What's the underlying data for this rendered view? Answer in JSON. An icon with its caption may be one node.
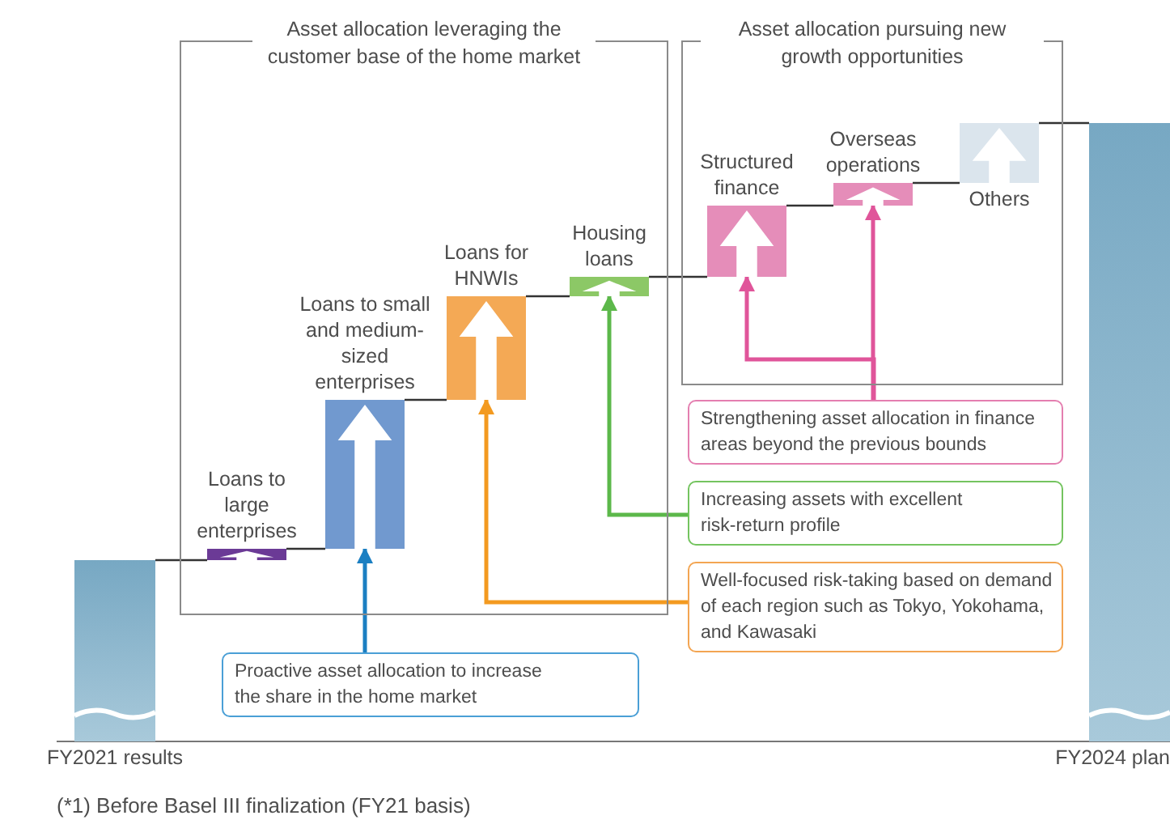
{
  "diagram": {
    "nodes": [
      {
        "text": [
          "Asset allocation leveraging the customer base of the home market"
        ]
      },
      {
        "text": [
          "Asset allocation pursuing new growth opportunities"
        ]
      },
      {
        "text": [
          "FY2021 results"
        ]
      },
      {
        "text": [
          "Loans to large enterprises"
        ],
        "in": 0
      },
      {
        "text": [
          "Loans to small and medium-sized enterprises"
        ],
        "in": 0
      },
      {
        "text": [
          "Loans for HNWIs"
        ],
        "in": 0
      },
      {
        "text": [
          "Housing loans"
        ],
        "in": 0
      },
      {
        "text": [
          "Structured finance"
        ],
        "in": 1
      },
      {
        "text": [
          "Overseas operations"
        ],
        "in": 1
      },
      {
        "text": [
          "Others"
        ],
        "in": 1
      },
      {
        "text": [
          "FY2024 plan"
        ]
      },
      {
        "text": [
          "Proactive asset allocation to increase the share in the home market"
        ]
      },
      {
        "text": [
          "Strengthening asset allocation in finance areas beyond the previous bounds"
        ]
      },
      {
        "text": [
          "Increasing assets with excellent risk-return profile"
        ]
      },
      {
        "text": [
          "Well-focused risk-taking based on demand of each region such as Tokyo, Yokohama, and Kawasaki"
        ]
      }
    ],
    "edges": [
      {
        "from": 2,
        "to": 3,
        "arrow": "none"
      },
      {
        "from": 3,
        "to": 4,
        "arrow": "none"
      },
      {
        "from": 4,
        "to": 5,
        "arrow": "none"
      },
      {
        "from": 5,
        "to": 6,
        "arrow": "none"
      },
      {
        "from": 6,
        "to": 7,
        "arrow": "none"
      },
      {
        "from": 7,
        "to": 8,
        "arrow": "none"
      },
      {
        "from": 8,
        "to": 9,
        "arrow": "none"
      },
      {
        "from": 9,
        "to": 10,
        "arrow": "none"
      },
      {
        "from": 11,
        "to": 4,
        "arrow": "to",
        "color": "#1b7fc2"
      },
      {
        "from": 12,
        "to": 7,
        "arrow": "to",
        "color": "#e0559a"
      },
      {
        "from": 12,
        "to": 8,
        "arrow": "to",
        "color": "#e0559a"
      },
      {
        "from": 13,
        "to": 6,
        "arrow": "to",
        "color": "#5cb84a"
      },
      {
        "from": 14,
        "to": 5,
        "arrow": "to",
        "color": "#f39a20"
      }
    ],
    "labels": [
      "(*1) Before Basel III finalization (FY21 basis)"
    ]
  }
}
